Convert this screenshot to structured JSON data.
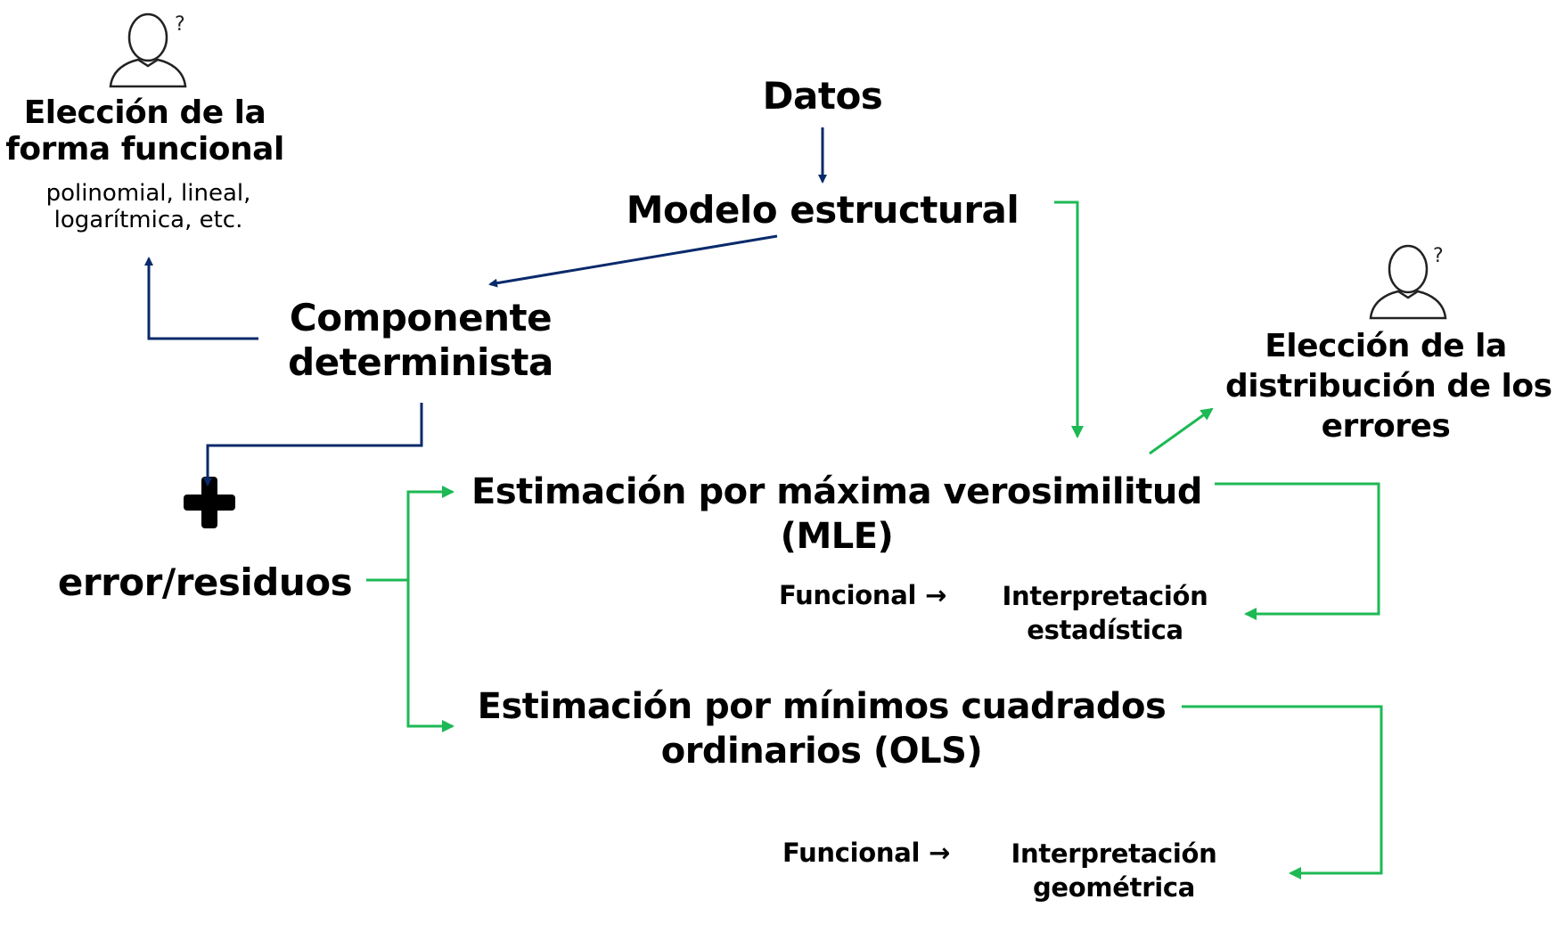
{
  "colors": {
    "navy": "#0a2a6b",
    "green": "#1db954",
    "text": "#000000",
    "icon_stroke": "#222222"
  },
  "icons": {
    "left_person": "person-question-icon",
    "right_person": "person-question-icon",
    "plus": "plus-icon"
  },
  "nodes": {
    "datos": "Datos",
    "modelo": "Modelo estructural",
    "componente": [
      "Componente",
      "determinista"
    ],
    "forma_funcional": {
      "title": [
        "Elección de la",
        "forma funcional"
      ],
      "desc": [
        "polinomial, lineal,",
        "logarítmica, etc."
      ]
    },
    "error": "error/residuos",
    "distribucion": [
      "Elección de la",
      "distribución de los",
      "errores"
    ],
    "mle": [
      "Estimación por máxima verosimilitud",
      "(MLE)"
    ],
    "mle_funcional": "Funcional →",
    "mle_interp": [
      "Interpretación",
      "estadística"
    ],
    "ols": [
      "Estimación por mínimos cuadrados",
      "ordinarios (OLS)"
    ],
    "ols_funcional": "Funcional →",
    "ols_interp": [
      "Interpretación",
      "geométrica"
    ]
  }
}
